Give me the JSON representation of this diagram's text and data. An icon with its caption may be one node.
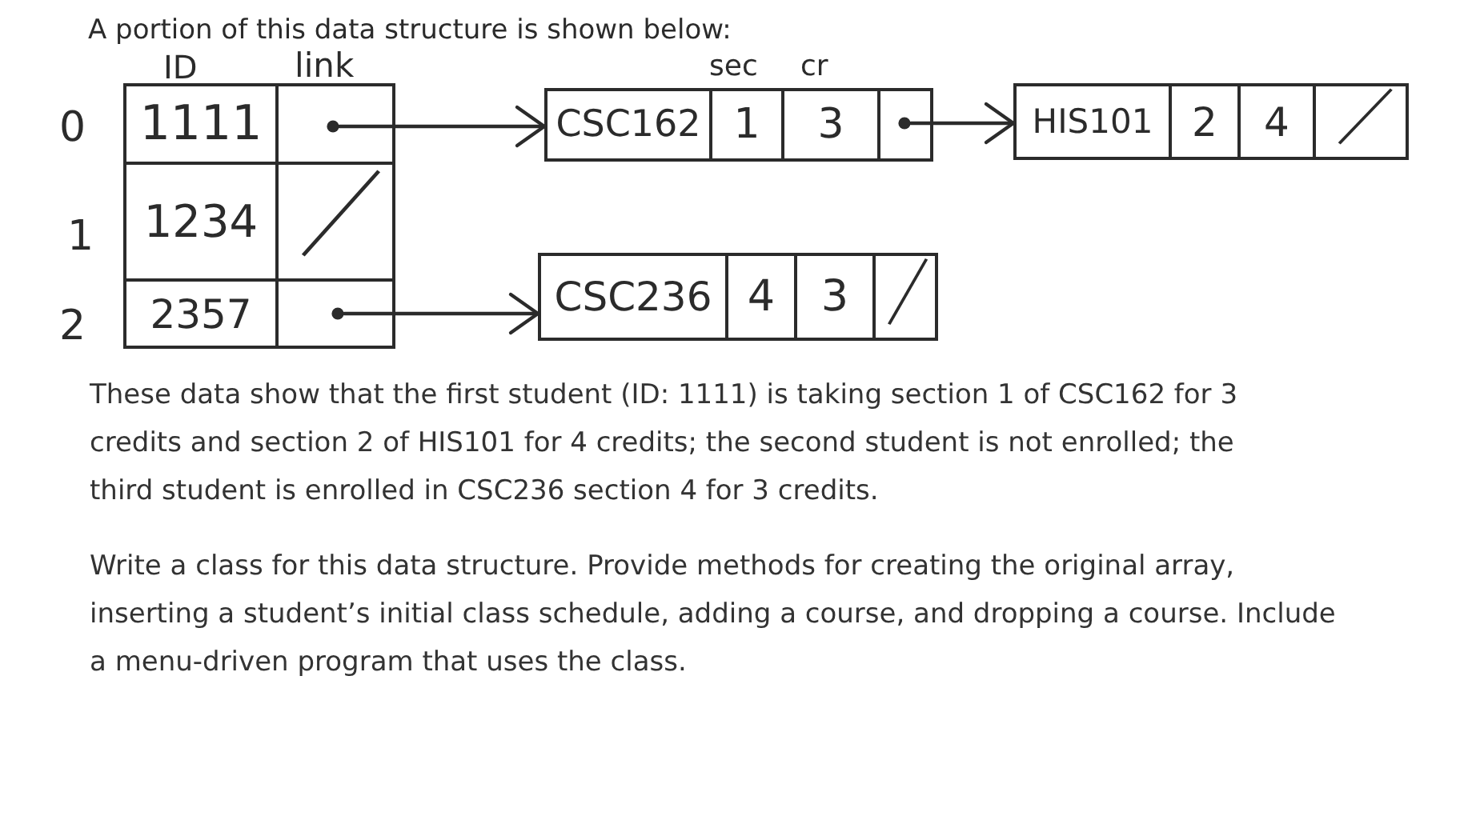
{
  "diagram": {
    "title": "A portion of this data structure is shown below:",
    "nodes": [
      {
        "text": [],
        "shape": "box"
      },
      {
        "text": [
          "1111"
        ],
        "in": 0
      },
      {
        "text": [],
        "shape": "box",
        "in": 0
      },
      {
        "text": [],
        "shape": "circle",
        "in": 2
      },
      {
        "text": [],
        "shape": "box"
      },
      {
        "text": [
          "CSC162"
        ],
        "in": 4
      },
      {
        "text": [
          "1"
        ],
        "in": 4
      },
      {
        "text": [
          "3"
        ],
        "in": 4
      },
      {
        "text": [],
        "shape": "box",
        "in": 4
      },
      {
        "text": [],
        "shape": "circle",
        "in": 8
      },
      {
        "text": [],
        "shape": "box"
      },
      {
        "text": [
          "HIS101"
        ],
        "in": 10
      },
      {
        "text": [
          "2"
        ],
        "in": 10
      },
      {
        "text": [
          "4"
        ],
        "in": 10
      },
      {
        "text": [
          "/"
        ],
        "in": 10
      },
      {
        "text": [
          "1234"
        ],
        "in": 0
      },
      {
        "text": [
          "/"
        ],
        "in": 0
      },
      {
        "text": [
          "2357"
        ],
        "in": 0
      },
      {
        "text": [],
        "shape": "box",
        "in": 0
      },
      {
        "text": [],
        "shape": "circle",
        "in": 18
      },
      {
        "text": [],
        "shape": "box"
      },
      {
        "text": [
          "CSC236"
        ],
        "in": 20
      },
      {
        "text": [
          "4"
        ],
        "in": 20
      },
      {
        "text": [
          "3"
        ],
        "in": 20
      },
      {
        "text": [
          "/"
        ],
        "in": 20
      }
    ],
    "edges": [
      {
        "from": 3,
        "to": 4,
        "arrow": "to"
      },
      {
        "from": 9,
        "to": 10,
        "arrow": "to"
      },
      {
        "from": 19,
        "to": 20,
        "arrow": "to"
      }
    ],
    "labels": [
      "ID",
      "link",
      "sec",
      "cr",
      "0",
      "1",
      "2",
      "These data show that the first student (ID: 1111) is taking section 1 of CSC162 for 3 credits and section 2 of HIS101 for 4 credits; the second student is not enrolled; the third student is enrolled in CSC236 section 4 for 3 credits.",
      "Write a class for this data structure. Provide methods for creating the original array, inserting a student’s initial class schedule, adding a course, and dropping a course. Include a menu-driven program that uses the class."
    ]
  }
}
